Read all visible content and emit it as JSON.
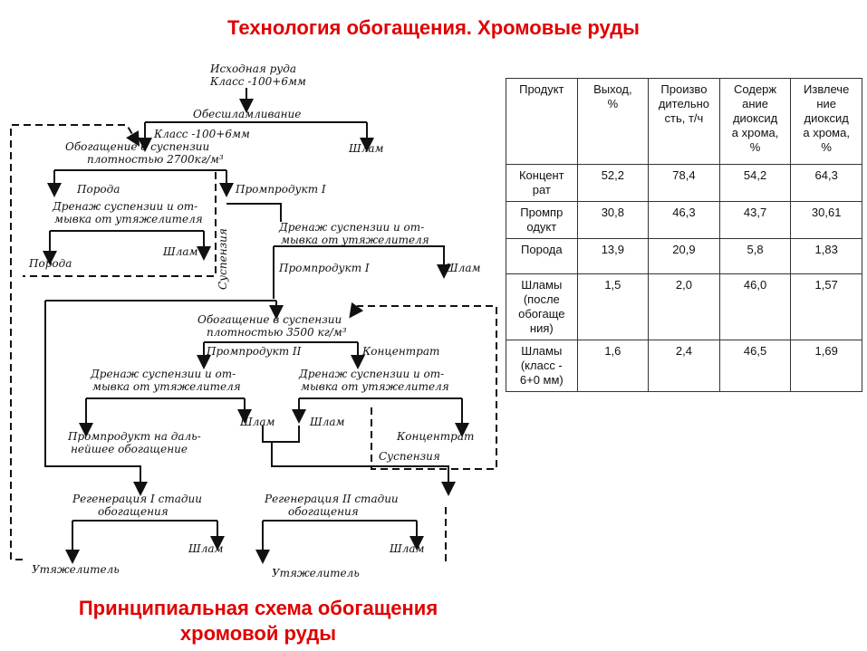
{
  "title": "Технология обогащения. Хромовые руды",
  "caption": [
    "Принципиальная схема обогащения",
    "хромовой руды"
  ],
  "flowchart": {
    "input": [
      "Исходная руда",
      "Класс -100+6мм"
    ],
    "desliming": "Обесшламливание",
    "class_label": "Класс -100+6мм",
    "slime_top": "Шлам",
    "suspension1": [
      "Обогащение в суспензии",
      "плотностью 2700кг/м³"
    ],
    "rock1": "Порода",
    "middling1": "Промпродукт I",
    "drain1": [
      "Дренаж суспензии и от-",
      "мывка от утяжелителя"
    ],
    "slime1": "Шлам",
    "rock2": "Порода",
    "suspension_label1": "Суспензия",
    "drain2": [
      "Дренаж суспензии и от-",
      "мывка от утяжелителя"
    ],
    "middling1b": "Промпродукт I",
    "slime2": "Шлам",
    "suspension2": [
      "Обогащение в суспензии",
      "плотностью 3500 кг/м³"
    ],
    "middling2": "Промпродукт II",
    "concentrate": "Концентрат",
    "drain3": [
      "Дренаж суспензии и от-",
      "мывка от утяжелителя"
    ],
    "drain4": [
      "Дренаж суспензии и от-",
      "мывка от утяжелителя"
    ],
    "slime3": "Шлам",
    "slime4": "Шлам",
    "middling_further": [
      "Промпродукт на даль-",
      "нейшее обогащение"
    ],
    "concentrate2": "Концентрат",
    "suspension_label2": "Суспензия",
    "regen1": [
      "Регенерация I стадии",
      "обогащения"
    ],
    "regen2": [
      "Регенерация II стадии",
      "обогащения"
    ],
    "slime5": "Шлам",
    "slime6": "Шлам",
    "weighter1": "Утяжелитель",
    "weighter2": "Утяжелитель"
  },
  "table": {
    "headers": [
      [
        "Продукт"
      ],
      [
        "Выход,",
        "%"
      ],
      [
        "Произво",
        "дительно",
        "сть, т/ч"
      ],
      [
        "Содерж",
        "ание",
        "диоксид",
        "а хрома,",
        "%"
      ],
      [
        "Извлече",
        "ние",
        "диоксид",
        "а хрома,",
        "%"
      ]
    ],
    "rows": [
      {
        "product": [
          "Концент",
          "рат"
        ],
        "yield": "52,2",
        "capacity": "78,4",
        "content": "54,2",
        "recovery": "64,3"
      },
      {
        "product": [
          "Промпр",
          "одукт"
        ],
        "yield": "30,8",
        "capacity": "46,3",
        "content": "43,7",
        "recovery": "30,61"
      },
      {
        "product": [
          "Порода"
        ],
        "yield": "13,9",
        "capacity": "20,9",
        "content": "5,8",
        "recovery": "1,83"
      },
      {
        "product": [
          "Шламы",
          "(после",
          "обогаще",
          "ния)"
        ],
        "yield": "1,5",
        "capacity": "2,0",
        "content": "46,0",
        "recovery": "1,57"
      },
      {
        "product": [
          "Шламы",
          "(класс -",
          "6+0 мм)"
        ],
        "yield": "1,6",
        "capacity": "2,4",
        "content": "46,5",
        "recovery": "1,69"
      }
    ]
  }
}
